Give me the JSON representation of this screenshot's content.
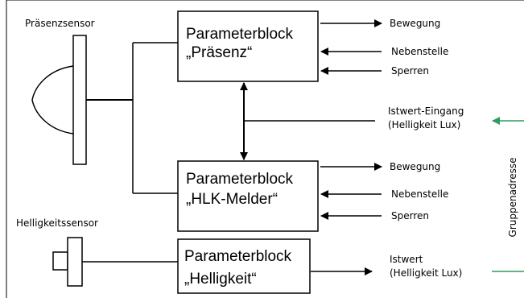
{
  "sensors": {
    "presence": "Präsenzsensor",
    "brightness": "Helligkeitssensor"
  },
  "blocks": {
    "presence": {
      "line1": "Parameterblock",
      "line2": "„Präsenz“"
    },
    "hlk": {
      "line1": "Parameterblock",
      "line2": "„HLK-Melder“"
    },
    "brightness": {
      "line1": "Parameterblock",
      "line2": "„Helligkeit“"
    }
  },
  "signals": {
    "presence": {
      "out": "Bewegung",
      "in1": "Nebenstelle",
      "in2": "Sperren"
    },
    "actual_input": {
      "line1": "Istwert-Eingang",
      "line2": "(Helligkeit Lux)"
    },
    "hlk": {
      "out": "Bewegung",
      "in1": "Nebenstelle",
      "in2": "Sperren"
    },
    "actual_value": {
      "line1": "Istwert",
      "line2": "(Helligkeit Lux)"
    }
  },
  "group_address_label": "Gruppenadresse",
  "colors": {
    "line": "#000000",
    "accent": "#2e9c5e"
  }
}
